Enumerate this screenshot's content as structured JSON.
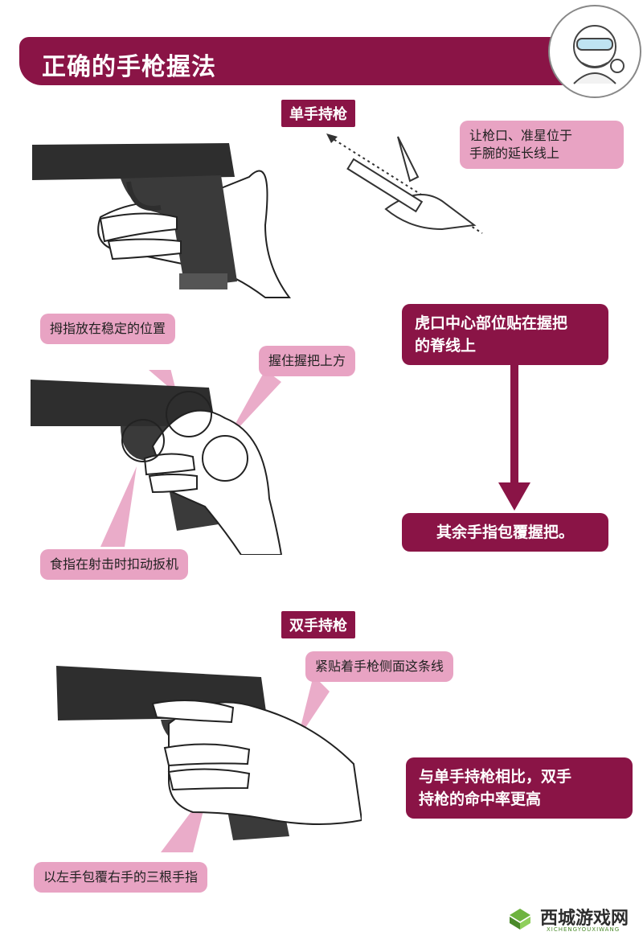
{
  "header": {
    "title": "正确的手枪握法"
  },
  "sections": {
    "one_hand": "单手持枪",
    "two_hand": "双手持枪"
  },
  "callouts": {
    "sight_alignment": "让枪口、准星位于\n手腕的延长线上",
    "thumb": "拇指放在稳定的位置",
    "grip_top": "握住握把上方",
    "trigger_finger": "食指在射击时扣动扳机",
    "web_of_hand": "虎口中心部位贴在握把\n的脊线上",
    "other_fingers": "其余手指包覆握把。",
    "side_line": "紧贴着手枪侧面这条线",
    "accuracy": "与单手持枪相比，双手\n持枪的命中率更高",
    "left_hand": "以左手包覆右手的三根手指"
  },
  "watermark": {
    "name": "西城游戏网",
    "subtitle": "XICHENGYOUXIWANG"
  },
  "colors": {
    "brand": "#8a1446",
    "pink": "#e8a3c3",
    "ink": "#1c1c1c"
  }
}
